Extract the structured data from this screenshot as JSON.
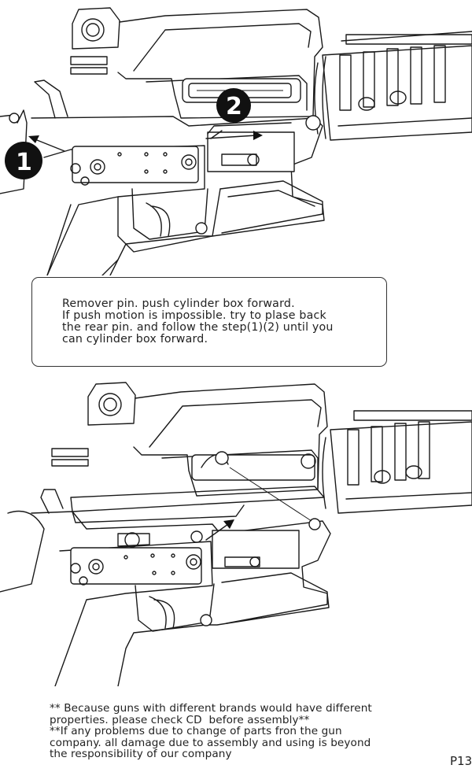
{
  "callout": {
    "lines": [
      "Remover pin. push cylinder box forward.",
      "If push motion is impossible. try to plase back",
      "the rear pin. and follow the step(1)(2) until you",
      "can cylinder box forward."
    ]
  },
  "steps": {
    "one": "1",
    "two": "2"
  },
  "notes": {
    "lines": [
      "** Because guns with different brands would have different",
      "properties. please check CD  before assembly**",
      "**If any problems due to change of parts fron the gun",
      "company. all damage due to assembly and using is beyond",
      "the responsibility of our company"
    ]
  },
  "page_number": "P13"
}
